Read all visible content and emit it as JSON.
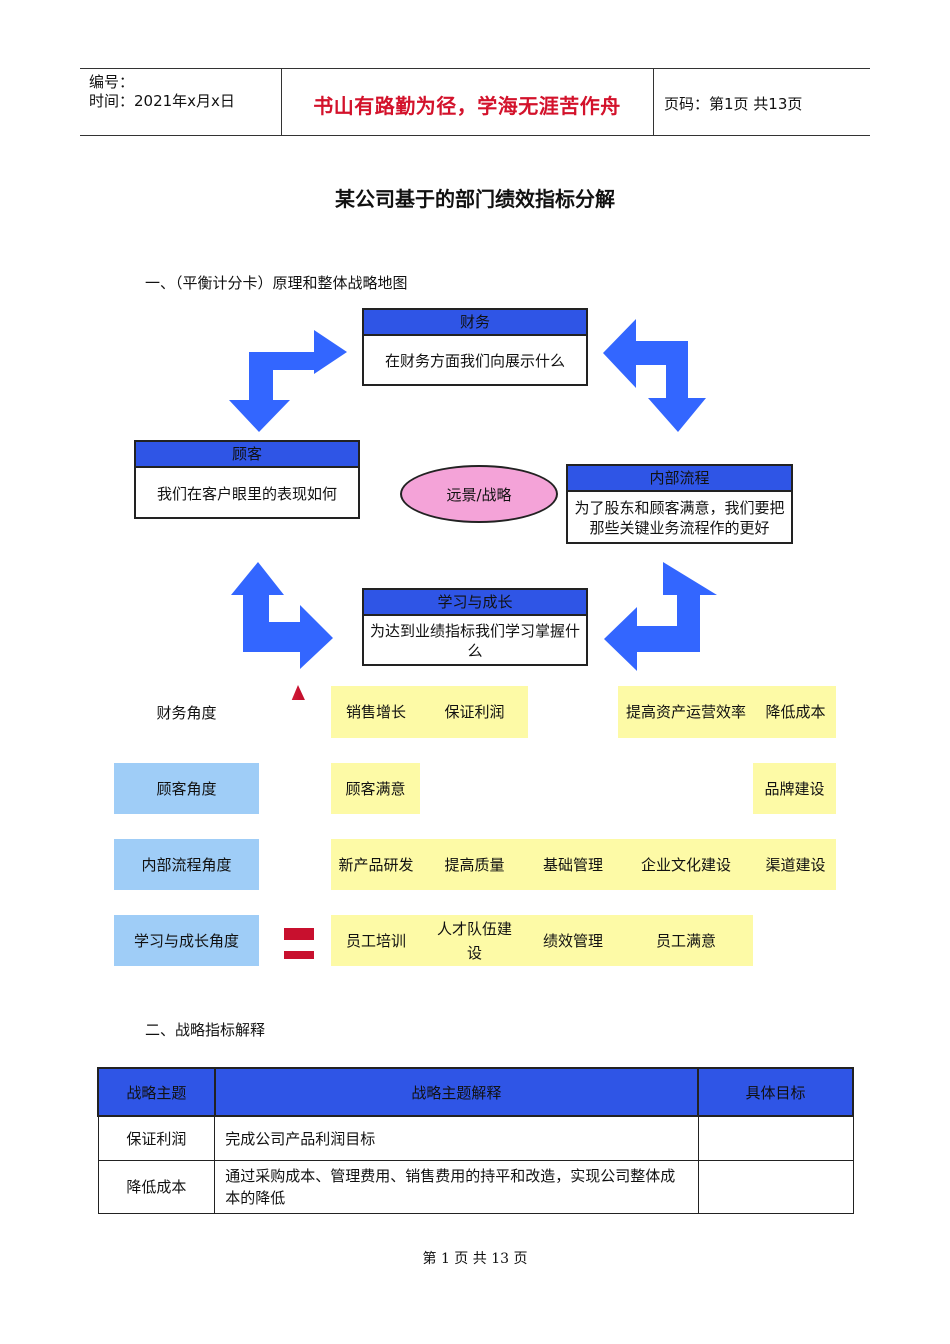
{
  "header": {
    "number_label": "编号：",
    "time_label": "时间：2021年x月x日",
    "motto": "书山有路勤为径，学海无涯苦作舟",
    "page_code": "页码：第1页  共13页"
  },
  "title": "某公司基于的部门绩效指标分解",
  "section1": "一、（平衡计分卡）原理和整体战略地图",
  "strategy_map": {
    "finance": {
      "head": "财务",
      "body": "在财务方面我们向展示什么"
    },
    "customer": {
      "head": "顾客",
      "body": "我们在客户眼里的表现如何"
    },
    "process": {
      "head": "内部流程",
      "body": "为了股东和顾客满意，我们要把那些关键业务流程作的更好"
    },
    "learning": {
      "head": "学习与成长",
      "body": "为达到业绩指标我们学习掌握什么"
    },
    "vision": "远景/战略",
    "colors": {
      "box_head": "#2f55e6",
      "vision": "#f4a3d8",
      "arrow": "#3366ff"
    }
  },
  "perspectives": {
    "labels": [
      "财务角度",
      "顾客角度",
      "内部流程角度",
      "学习与成长角度"
    ],
    "finance": [
      "销售增长",
      "保证利润",
      "提高资产运营效率",
      "降低成本"
    ],
    "customer": [
      "顾客满意",
      "品牌建设"
    ],
    "process": [
      "新产品研发",
      "提高质量",
      "基础管理",
      "企业文化建设",
      "渠道建设"
    ],
    "learning": [
      "员工培训",
      "人才队伍建设",
      "绩效管理",
      "员工满意"
    ],
    "colors": {
      "label_bg": "#9fcdf7",
      "cell_bg": "#fdfaa6",
      "big_arrow": "#c8102e"
    }
  },
  "section2": "二、战略指标解释",
  "table": {
    "headers": [
      "战略主题",
      "战略主题解释",
      "具体目标"
    ],
    "rows": [
      [
        "保证利润",
        "完成公司产品利润目标",
        ""
      ],
      [
        "降低成本",
        "通过采购成本、管理费用、销售费用的持平和改造，实现公司整体成本的降低",
        ""
      ]
    ]
  },
  "footer": "第 1 页 共 13 页"
}
